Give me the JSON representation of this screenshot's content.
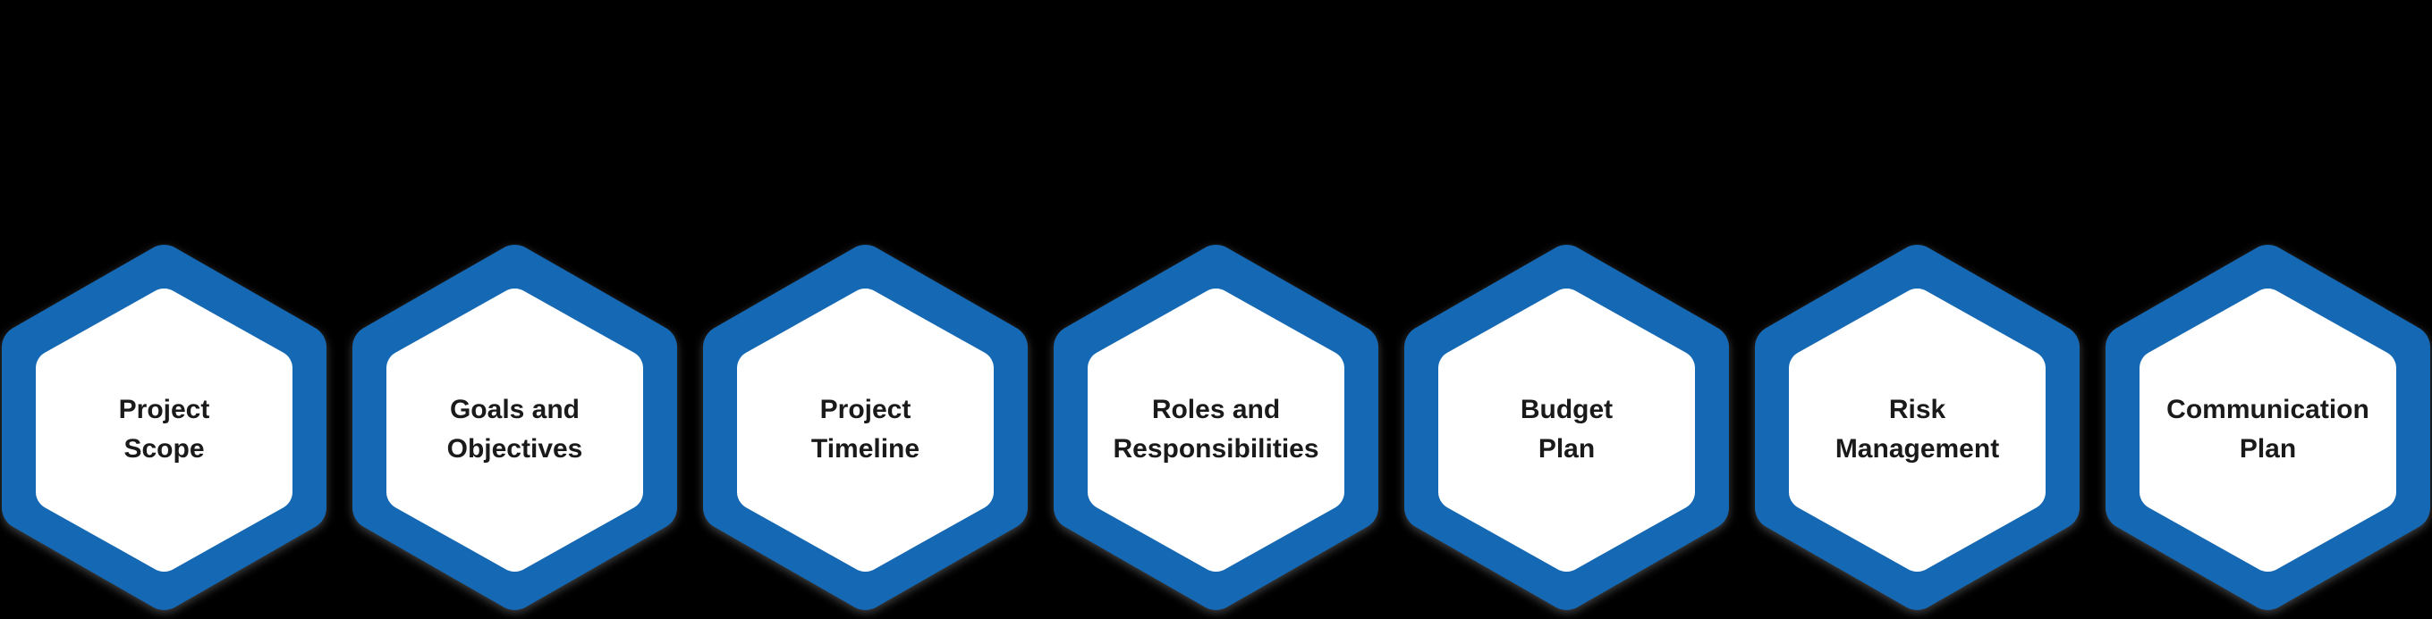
{
  "diagram": {
    "type": "hexagon-step-row",
    "step_count": 7
  },
  "hexagons": [
    {
      "id": "project-scope",
      "line1": "Project",
      "line2": "Scope"
    },
    {
      "id": "goals-and-objectives",
      "line1": "Goals and",
      "line2": "Objectives"
    },
    {
      "id": "project-timeline",
      "line1": "Project",
      "line2": "Timeline"
    },
    {
      "id": "roles-responsibilities",
      "line1": "Roles and",
      "line2": "Responsibilities"
    },
    {
      "id": "budget-plan",
      "line1": "Budget",
      "line2": "Plan"
    },
    {
      "id": "risk-management",
      "line1": "Risk",
      "line2": "Management"
    },
    {
      "id": "communication-plan",
      "line1": "Communication",
      "line2": "Plan"
    }
  ],
  "colors": {
    "background": "#000000",
    "hexagon_border": "#1568b3",
    "hexagon_fill": "#ffffff",
    "label_text": "#1a1a1a"
  }
}
